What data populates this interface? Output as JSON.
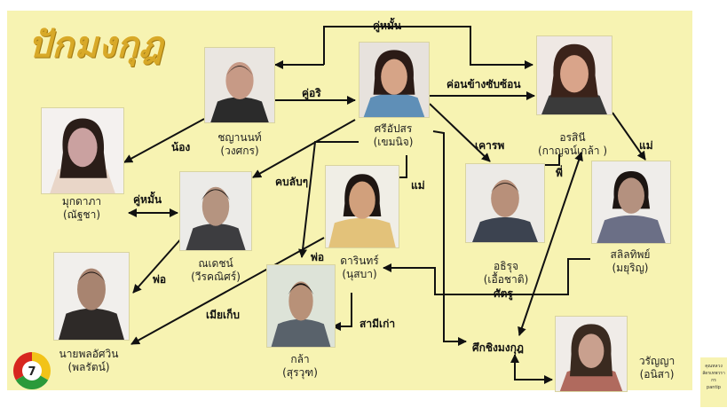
{
  "logo_text": "ปักมงกุฎ",
  "colors": {
    "board": "#f7f3b2",
    "logo": "#d8a928",
    "line": "#111111"
  },
  "channel_icon": "channel-7-logo",
  "credit": {
    "line1": "คุณหลวง",
    "line2": "ลัดรเทพวรากร",
    "line3": "pantip"
  },
  "people": {
    "chayanon": {
      "name": "ชญานนท์",
      "actor": "(วงศกร)",
      "color": "#c79a86"
    },
    "sriapsorn": {
      "name": "ศรีอัปสร",
      "actor": "(เขมนิจ)",
      "color": "#d6a487"
    },
    "orasin": {
      "name": "อรสินี",
      "actor": "(กาญจน์เกล้า )",
      "color": "#d9a48a"
    },
    "mukdapa": {
      "name": "มุกดาภา",
      "actor": "(ณัฐชา)",
      "color": "#caa1a0"
    },
    "nadech": {
      "name": "ณเดชน์",
      "actor": "(วีรคณิศร์)",
      "color": "#b59480"
    },
    "darin": {
      "name": "ดารินทร์",
      "actor": "(นุสบา)",
      "color": "#d1a07c"
    },
    "athirut": {
      "name": "อธิรุจ",
      "actor": "(เอื้อชาติ)",
      "color": "#b8907a"
    },
    "salin": {
      "name": "สลิลทิพย์",
      "actor": "(มยุริญ)",
      "color": "#b4917f"
    },
    "nai_phon": {
      "name": "นายพลอัศวิน",
      "actor": "(พลรัตน์)",
      "color": "#a88470"
    },
    "kla": {
      "name": "กล้า",
      "actor": "(สุรวุฑ)",
      "color": "#b89178"
    },
    "wanya": {
      "name": "วรัญญา",
      "actor": "(อนิสา)",
      "color": "#c9a08e"
    }
  },
  "relations": {
    "fiance_top": "คู่หมั้น",
    "rival": "คู่อริ",
    "quite_complex": "ค่อนข้างซับซ้อน",
    "sister": "น้อง",
    "respect": "เคารพ",
    "mother_1": "แม่",
    "older_sibling": "พี่",
    "fiance_left": "คู่หมั้น",
    "secret_affair": "คบลับๆ",
    "mother_2": "แม่",
    "father_1": "พ่อ",
    "father_2": "พ่อ",
    "enemy": "ศัตรู",
    "minor_wife": "เมียเก็บ",
    "ex_husband": "สามีเก่า",
    "crown_battle": "ศึกชิงมงกุฎ"
  }
}
